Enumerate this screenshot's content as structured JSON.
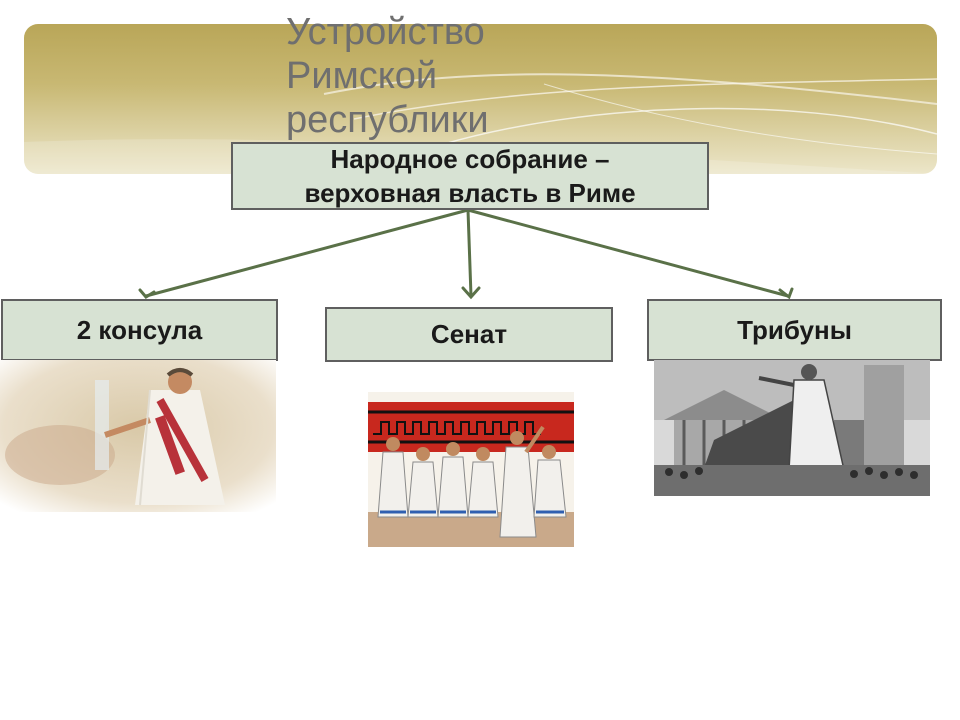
{
  "slide": {
    "title": "Устройство\nРимской\nреспублики"
  },
  "diagram": {
    "root": "Народное собрание –\nверховная власть в Риме",
    "branches": [
      {
        "label": "2 консула",
        "image": "consul-illustration"
      },
      {
        "label": "Сенат",
        "image": "senate-illustration"
      },
      {
        "label": "Трибуны",
        "image": "tribune-engraving"
      }
    ]
  },
  "colors": {
    "box_fill": "#d7e2d3",
    "box_border": "#5f5f5f",
    "arrow": "#5a7148",
    "title_text": "#6f6f6f",
    "banner_gold": "#b9a658"
  }
}
